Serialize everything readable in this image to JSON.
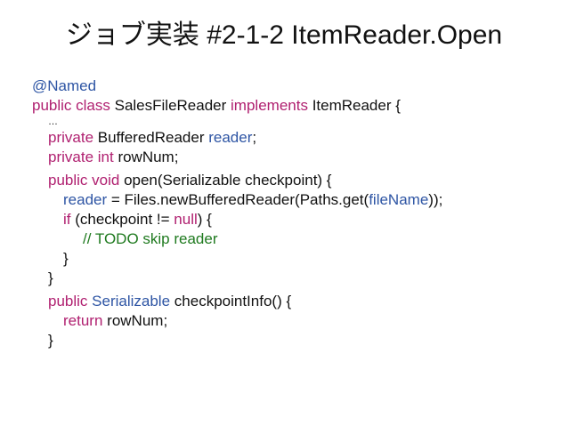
{
  "title": "ジョブ実装 #2-1-2 ItemReader.Open",
  "code": {
    "annotation": "@Named",
    "class_decl": {
      "modifiers": "public class",
      "name": "SalesFileReader",
      "implements_kw": "implements",
      "interface": "ItemReader {"
    },
    "ellipsis": "…",
    "field1": {
      "modifier": "private",
      "type": "BufferedReader",
      "name": "reader",
      "end": ";"
    },
    "field2": {
      "modifier": "private int",
      "name": "rowNum;"
    },
    "open_method": {
      "modifiers": "public void",
      "signature": "open(Serializable checkpoint) {",
      "assign_target": "reader",
      "assign_expr": "= Files.newBufferedReader(Paths.get(",
      "file_name": "fileName",
      "assign_end": "));",
      "if_kw": "if",
      "if_cond": "(checkpoint !=",
      "null_kw": "null",
      "if_end": ") {",
      "comment": "// TODO skip reader",
      "close_if": "}",
      "close_method": "}"
    },
    "checkpoint_method": {
      "modifier": "public",
      "return_type": "Serializable",
      "signature": "checkpointInfo() {",
      "return_kw": "return",
      "return_val": "rowNum;",
      "close_method": "}"
    }
  },
  "colors": {
    "keyword": "#b02070",
    "identifier": "#2e55a4",
    "comment": "#1f7a1f",
    "text": "#111111"
  }
}
